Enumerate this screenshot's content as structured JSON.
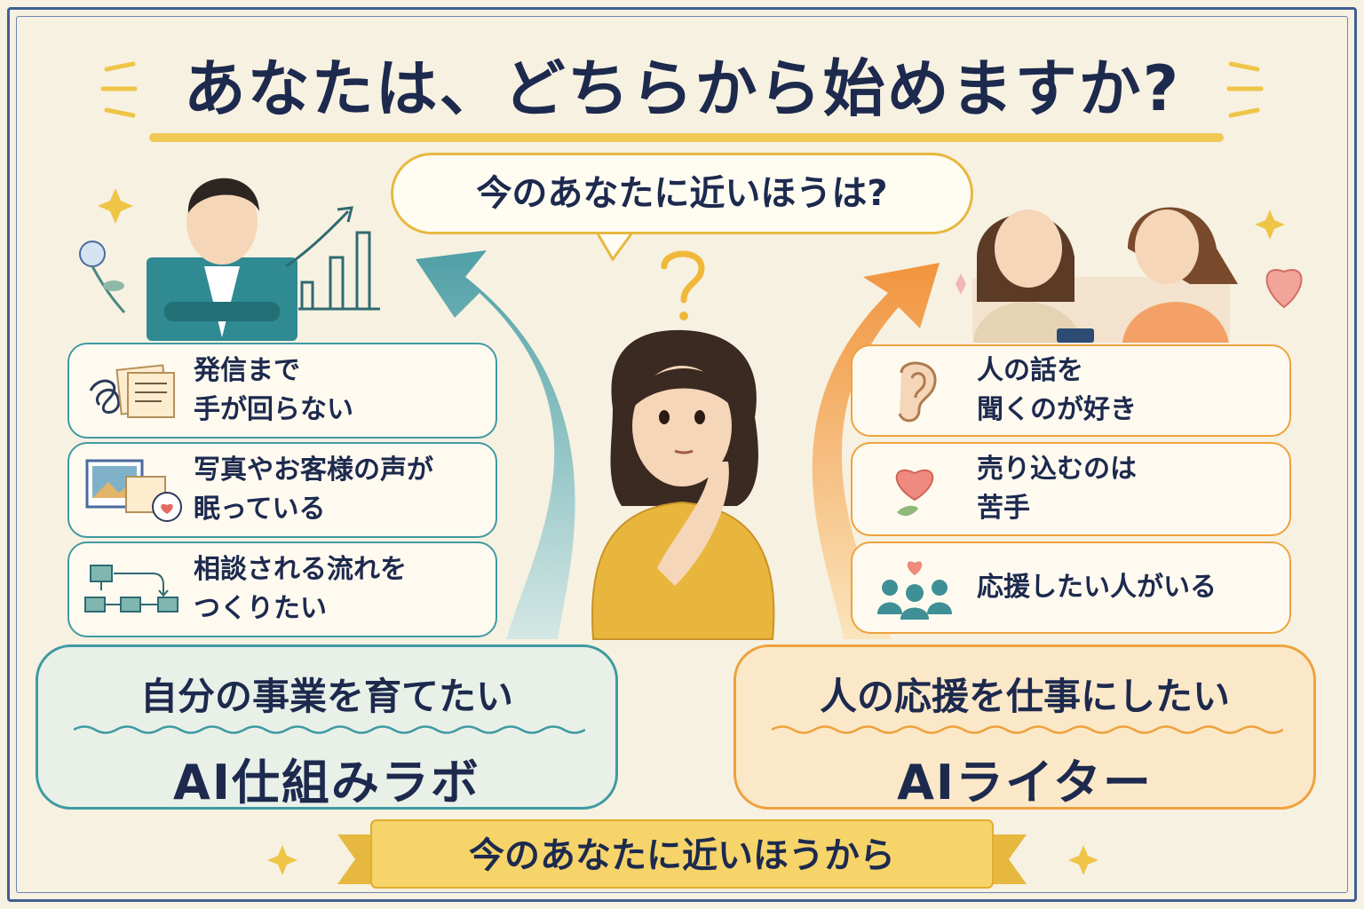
{
  "title": "あなたは、どちらから始めますか?",
  "question_bubble": "今のあなたに近いほうは?",
  "left": {
    "cards": [
      {
        "text": "発信まで\n手が回らない",
        "icon": "tangled-notes-icon"
      },
      {
        "text": "写真やお客様の声が\n眠っている",
        "icon": "photos-heart-icon"
      },
      {
        "text": "相談される流れを\nつくりたい",
        "icon": "flowchart-icon"
      }
    ],
    "goal": "自分の事業を育てたい",
    "service": "AI仕組みラボ"
  },
  "right": {
    "cards": [
      {
        "text": "人の話を\n聞くのが好き",
        "icon": "ear-icon"
      },
      {
        "text": "売り込むのは\n苦手",
        "icon": "heart-leaf-icon"
      },
      {
        "text": "応援したい人がいる",
        "icon": "people-heart-icon"
      }
    ],
    "goal": "人の応援を仕事にしたい",
    "service": "AIライター"
  },
  "footer_ribbon": "今のあなたに近いほうから",
  "colors": {
    "navy": "#1d2a4e",
    "teal": "#3f9aa2",
    "orange": "#eea23d",
    "yellow": "#efc547",
    "cream": "#f7f1e1"
  }
}
